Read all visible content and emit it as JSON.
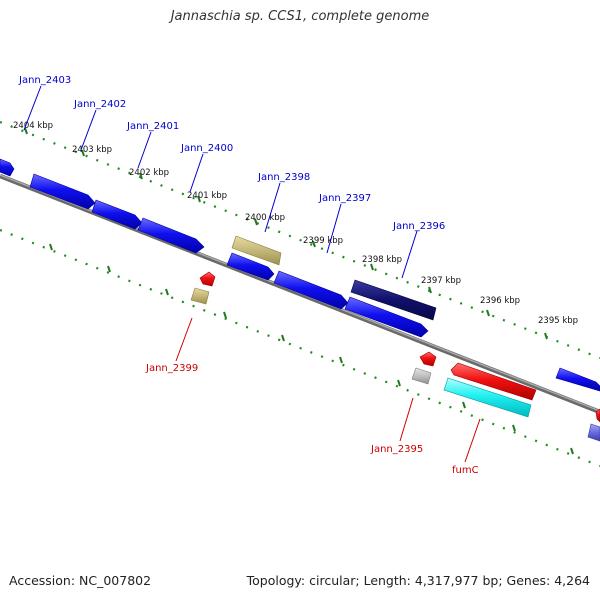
{
  "title": "Jannaschia sp. CCS1, complete genome",
  "footer": {
    "accession": "Accession: NC_007802",
    "summary": "Topology: circular; Length: 4,317,977 bp; Genes: 4,264"
  },
  "colors": {
    "background": "#ffffff",
    "backbone": "#808080",
    "tick_marks": "#228b22",
    "label_forward": "#0000cc",
    "label_reverse": "#cc0000"
  },
  "kbp_labels": [
    "2404 kbp",
    "2403 kbp",
    "2402 kbp",
    "2401 kbp",
    "2400 kbp",
    "2399 kbp",
    "2398 kbp",
    "2397 kbp",
    "2396 kbp",
    "2395 kbp"
  ],
  "gene_labels": [
    "Jann_2403",
    "Jann_2402",
    "Jann_2401",
    "Jann_2400",
    "Jann_2398",
    "Jann_2397",
    "Jann_2396",
    "Jann_2399",
    "Jann_2395",
    "fumC"
  ],
  "feature_colors": [
    "blue",
    "navy",
    "khaki",
    "red",
    "cyan",
    "gray",
    "slate-blue"
  ]
}
